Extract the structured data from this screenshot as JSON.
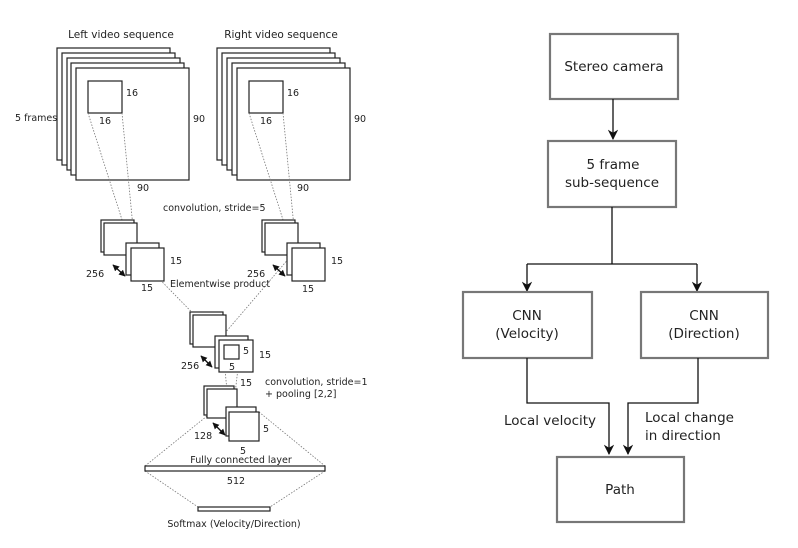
{
  "architecture": {
    "left_title": "Left video sequence",
    "right_title": "Right video sequence",
    "frames_label": "5 frames",
    "patch_size": "16",
    "frame_size": "90",
    "conv1_label": "convolution, stride=5",
    "feature_size": "15",
    "feature_depth": "256",
    "elementwise_label": "Elementwise product",
    "kernel2_size": "5",
    "conv2_label": "convolution, stride=1",
    "pool_label": "+ pooling [2,2]",
    "pooled_size": "5",
    "pooled_depth": "128",
    "fc_label": "Fully connected layer",
    "fc_size": "512",
    "softmax_label": "Softmax (Velocity/Direction)"
  },
  "flowchart": {
    "stereo_camera": "Stereo camera",
    "subsequence_line1": "5 frame",
    "subsequence_line2": "sub-sequence",
    "cnn_velocity_line1": "CNN",
    "cnn_velocity_line2": "(Velocity)",
    "cnn_direction_line1": "CNN",
    "cnn_direction_line2": "(Direction)",
    "local_velocity": "Local velocity",
    "local_change_line1": "Local change",
    "local_change_line2": "in direction",
    "path": "Path"
  }
}
